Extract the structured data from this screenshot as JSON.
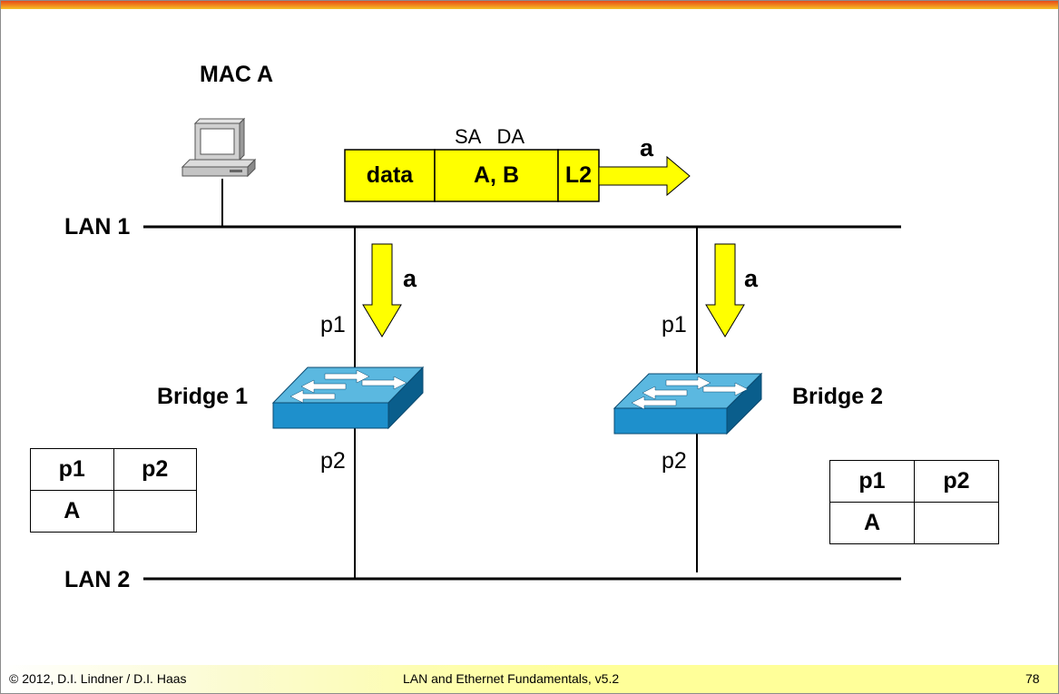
{
  "labels": {
    "mac_a": "MAC A",
    "lan1": "LAN 1",
    "lan2": "LAN 2",
    "bridge1": "Bridge 1",
    "bridge2": "Bridge 2",
    "p1": "p1",
    "p2": "p2",
    "arrow_a": "a"
  },
  "frame": {
    "header": "SA   DA",
    "data": "data",
    "address": "A, B",
    "l2": "L2"
  },
  "table_bridge1": {
    "headers": [
      "p1",
      "p2"
    ],
    "row": [
      "A",
      ""
    ]
  },
  "table_bridge2": {
    "headers": [
      "p1",
      "p2"
    ],
    "row": [
      "A",
      ""
    ]
  },
  "footer": {
    "copyright": "© 2012, D.I. Lindner / D.I. Haas",
    "title": "LAN and Ethernet Fundamentals, v5.2",
    "page": "78"
  },
  "colors": {
    "frame_fill": "#ffff00",
    "switch_top": "#5bb8e0",
    "switch_front": "#1e90cc",
    "switch_side": "#0a5e8c"
  }
}
